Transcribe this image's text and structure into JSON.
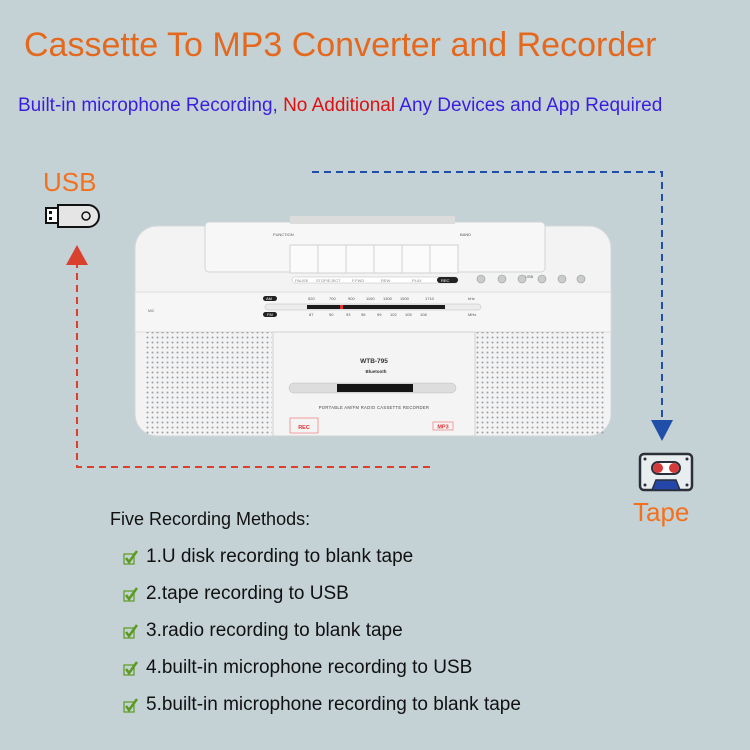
{
  "title": "Cassette To MP3 Converter and Recorder",
  "subtitle": {
    "part1": "Built-in microphone Recording, ",
    "part2": "No Additional",
    "part3": " Any Devices and  App Required"
  },
  "usb": {
    "label": "USB",
    "icon": "usb-flash-drive-icon"
  },
  "tape": {
    "label": "Tape",
    "icon": "cassette-tape-icon"
  },
  "colors": {
    "title": "#e4691f",
    "subtitle": "#3a1ee0",
    "highlight": "#e01010",
    "usb_arrow": "#d9412e",
    "tape_arrow": "#1f4fa8",
    "check": "#5b9a1f",
    "background": "#c4d2d6"
  },
  "product": {
    "model": "WTB-795",
    "bluetooth": "Bluetooth",
    "description": "PORTABLE AM/FM RADIO CASSETTE RECORDER",
    "rec_badge": "REC",
    "mp3_badge": "MP3",
    "am_label": "AM",
    "fm_label": "FM",
    "am_scale": [
      "520",
      "700",
      "900",
      "1100",
      "1300",
      "1500",
      "1710"
    ],
    "am_unit": "kHz",
    "fm_scale": [
      "87",
      "90",
      "93",
      "96",
      "99",
      "102",
      "105",
      "108"
    ],
    "fm_unit": "MHz",
    "mic_label": "MIC",
    "function_label": "FUNCTION",
    "band_label": "BAND",
    "usb_label": "USB",
    "deck_buttons": [
      "PAUSE",
      "STOP/EJECT",
      "F.FWD",
      "REW",
      "PLAY",
      "REC"
    ]
  },
  "methods": {
    "heading": "Five Recording Methods:",
    "items": [
      "1.U disk recording to blank tape",
      "2.tape recording to USB",
      "3.radio recording to blank tape",
      "4.built-in microphone recording to USB",
      "5.built-in microphone recording to blank tape"
    ]
  }
}
